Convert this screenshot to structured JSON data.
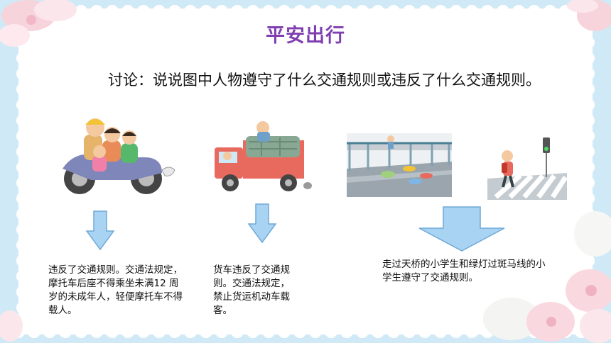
{
  "slide": {
    "title": "平安出行",
    "prompt": "讨论：说说图中人物遵守了什么交通规则或违反了什么交通规则。",
    "captions": {
      "motorcycle": "违反了交通规则。交通法规定，摩托车后座不得乘坐未满12 周岁的未成年人，轻便摩托车不得载人。",
      "truck": "货车违反了交通规则。交通法规定，禁止货运机动车载客。",
      "crossing": "走过天桥的小学生和绿灯过斑马线的小学生遵守了交通规则。"
    }
  },
  "colors": {
    "title": "#7f3fb1",
    "arrow_fill": "#a9d3f2",
    "arrow_stroke": "#6fa9d8",
    "stamp_border": "#bfe3f4"
  },
  "icons": [
    "flower-decoration-icon",
    "down-arrow-icon"
  ]
}
